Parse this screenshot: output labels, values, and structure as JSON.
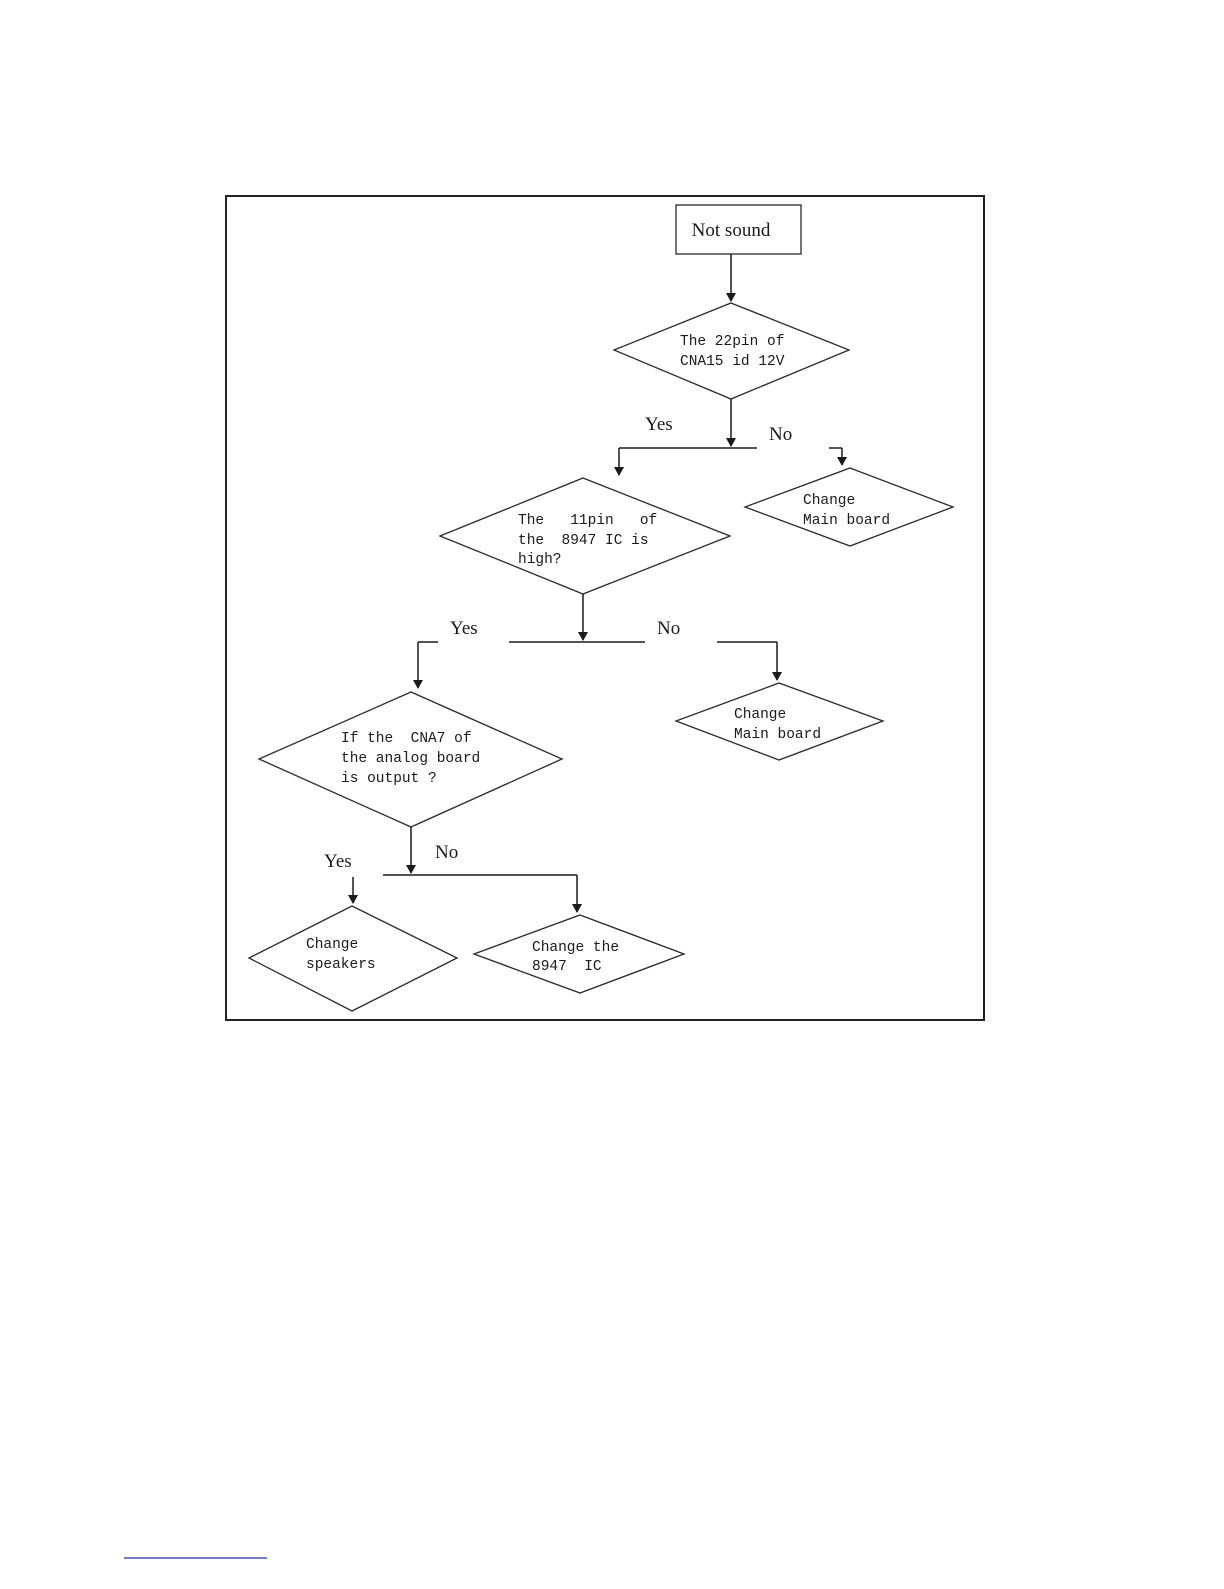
{
  "diagram": {
    "start": {
      "label": "Not sound"
    },
    "q1": {
      "lines": [
        "The 22pin of",
        "CNA15 id 12V"
      ]
    },
    "q1_yes": "Yes",
    "q1_no": "No",
    "q1_no_action": {
      "lines": [
        "Change",
        "Main board"
      ]
    },
    "q2": {
      "lines": [
        "The   11pin   of",
        "the  8947 IC is",
        "high?"
      ]
    },
    "q2_yes": "Yes",
    "q2_no": "No",
    "q2_no_action": {
      "lines": [
        "Change",
        "Main board"
      ]
    },
    "q3": {
      "lines": [
        "If the  CNA7 of",
        "the analog board",
        "is output ?"
      ]
    },
    "q3_yes": "Yes",
    "q3_no": "No",
    "q3_yes_action": {
      "lines": [
        "Change",
        "speakers"
      ]
    },
    "q3_no_action": {
      "lines": [
        "Change the",
        "8947  IC"
      ]
    }
  }
}
